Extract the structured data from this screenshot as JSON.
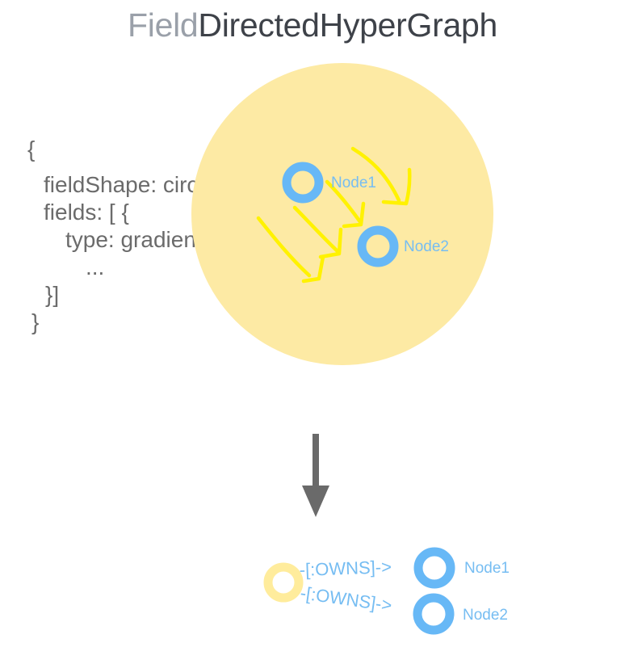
{
  "title": {
    "part1": "Field",
    "part2": "DirectedHyperGraph"
  },
  "config": {
    "lines": [
      "{",
      "fieldShape: circle",
      "fields: [ {",
      "type: gradient",
      "...",
      "}]",
      "}"
    ]
  },
  "field_diagram": {
    "nodes": [
      {
        "label": "Node1"
      },
      {
        "label": "Node2"
      }
    ]
  },
  "graph_diagram": {
    "edges": [
      {
        "label": "-[:OWNS]->",
        "target": "Node1"
      },
      {
        "label": "-[:OWNS]->",
        "target": "Node2"
      }
    ]
  },
  "colors": {
    "field_fill": "#fdeaa4",
    "field_node_fill": "#ffec9c",
    "node_stroke": "#67b8f6",
    "node_label": "#76bdf2",
    "arrow_yellow": "#fff200",
    "down_arrow": "#6a6a6a",
    "title_light": "#9aa0a9",
    "title_dark": "#3e4249",
    "config_text": "#6b6b6b"
  }
}
